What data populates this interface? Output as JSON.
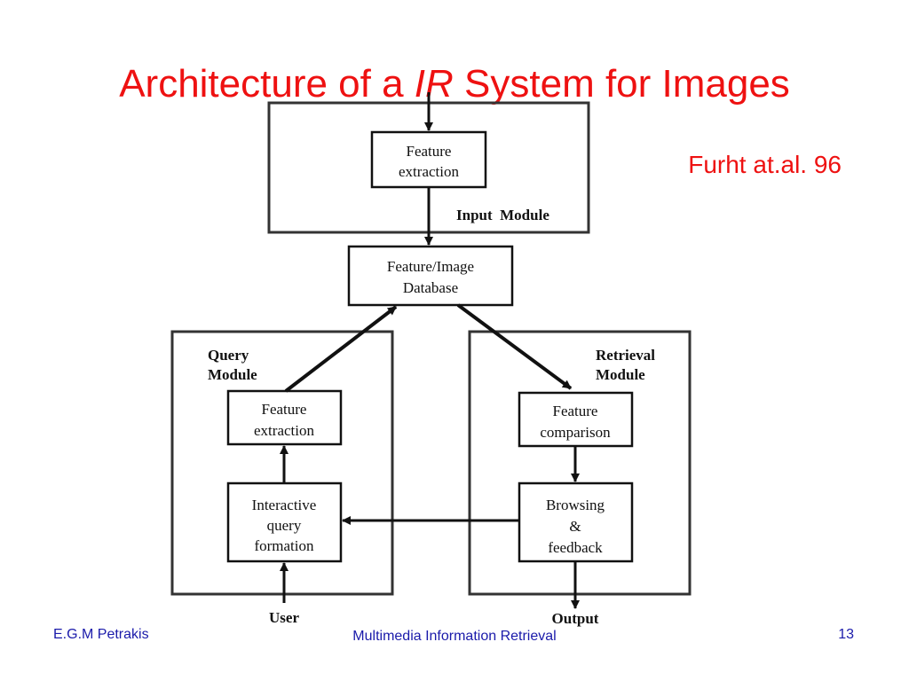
{
  "title": {
    "prefix": "Architecture of a ",
    "emphasis": "IR",
    "suffix": " System for Images"
  },
  "citation": "Furht at.al. 96",
  "diagram": {
    "input_module": {
      "label": "Input  Module",
      "feature_extraction": [
        "Feature",
        "extraction"
      ]
    },
    "database": [
      "Feature/Image",
      "Database"
    ],
    "query_module": {
      "label": [
        "Query",
        "Module"
      ],
      "feature_extraction": [
        "Feature",
        "extraction"
      ],
      "interactive_query": [
        "Interactive",
        "query",
        "formation"
      ]
    },
    "retrieval_module": {
      "label": [
        "Retrieval",
        "Module"
      ],
      "feature_comparison": [
        "Feature",
        "comparison"
      ],
      "browsing": [
        "Browsing",
        "&",
        "feedback"
      ]
    },
    "user_label": "User",
    "output_label": "Output"
  },
  "footer": {
    "author": "E.G.M Petrakis",
    "course": "Multimedia Information Retrieval",
    "page": "13"
  },
  "colors": {
    "title": "#ee1111",
    "footer": "#1a1aaa",
    "diagram": "#111111"
  }
}
